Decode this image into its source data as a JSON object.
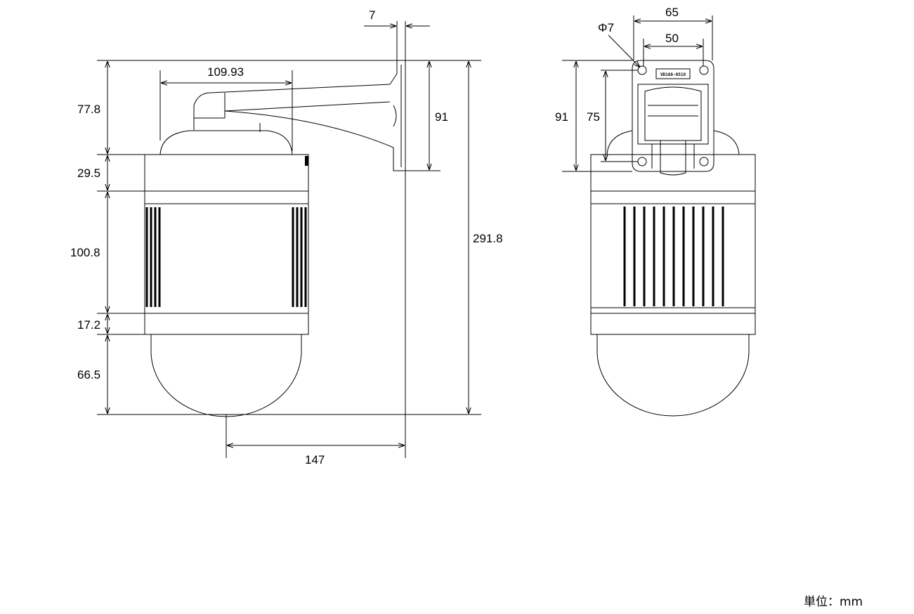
{
  "unit_label": "単位：mm",
  "side_view": {
    "width_arm": "109.93",
    "bracket_thickness": "7",
    "h_arm": "77.8",
    "h_top_band": "29.5",
    "h_body": "100.8",
    "h_bottom_band": "17.2",
    "h_dome": "66.5",
    "h_total": "291.8",
    "h_bracket": "91",
    "projection": "147"
  },
  "front_view": {
    "plate_width": "65",
    "hole_spacing_h": "50",
    "hole_diameter": "Φ7",
    "plate_height": "91",
    "hole_spacing_v": "75",
    "plate_stamp": "VD168-0518"
  }
}
